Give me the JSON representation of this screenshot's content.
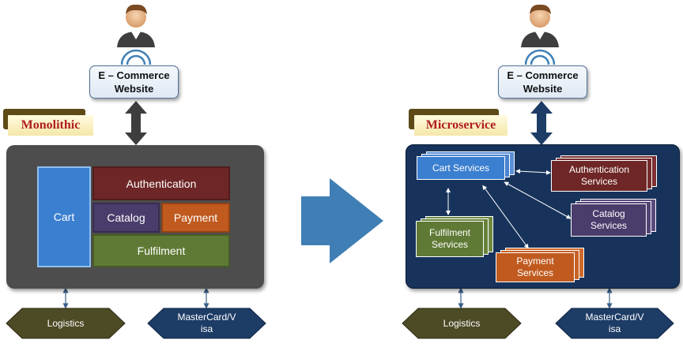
{
  "left": {
    "website": {
      "line1": "E – Commerce",
      "line2": "Website"
    },
    "tag": "Monolithic",
    "modules": {
      "cart": "Cart",
      "authentication": "Authentication",
      "catalog": "Catalog",
      "payment": "Payment",
      "fulfilment": "Fulfilment"
    },
    "externals": {
      "logistics": "Logistics",
      "payments_line1": "MasterCard/V",
      "payments_line2": "isa"
    }
  },
  "right": {
    "website": {
      "line1": "E – Commerce",
      "line2": "Website"
    },
    "tag": "Microservice",
    "services": {
      "cart": "Cart Services",
      "auth_line1": "Authentication",
      "auth_line2": "Services",
      "catalog_line1": "Catalog",
      "catalog_line2": "Services",
      "fulfilment_line1": "Fulfilment",
      "fulfilment_line2": "Services",
      "payment_line1": "Payment",
      "payment_line2": "Services"
    },
    "externals": {
      "logistics": "Logistics",
      "payments_line1": "MasterCard/V",
      "payments_line2": "isa"
    }
  },
  "colors": {
    "monolith_panel": "#4d4d4d",
    "micro_panel": "#17335b",
    "cart": "#3b7fd0",
    "authentication": "#6e2626",
    "catalog": "#4a3c6b",
    "payment": "#c05a1f",
    "fulfilment": "#5f7a35",
    "transition_arrow": "#3f7fb5",
    "logistics": "#4d4a26",
    "payments_network": "#1d3c66"
  },
  "icons": [
    "user-avatar-icon",
    "wifi-signal-icon",
    "double-arrow-icon",
    "transition-arrow-icon"
  ]
}
